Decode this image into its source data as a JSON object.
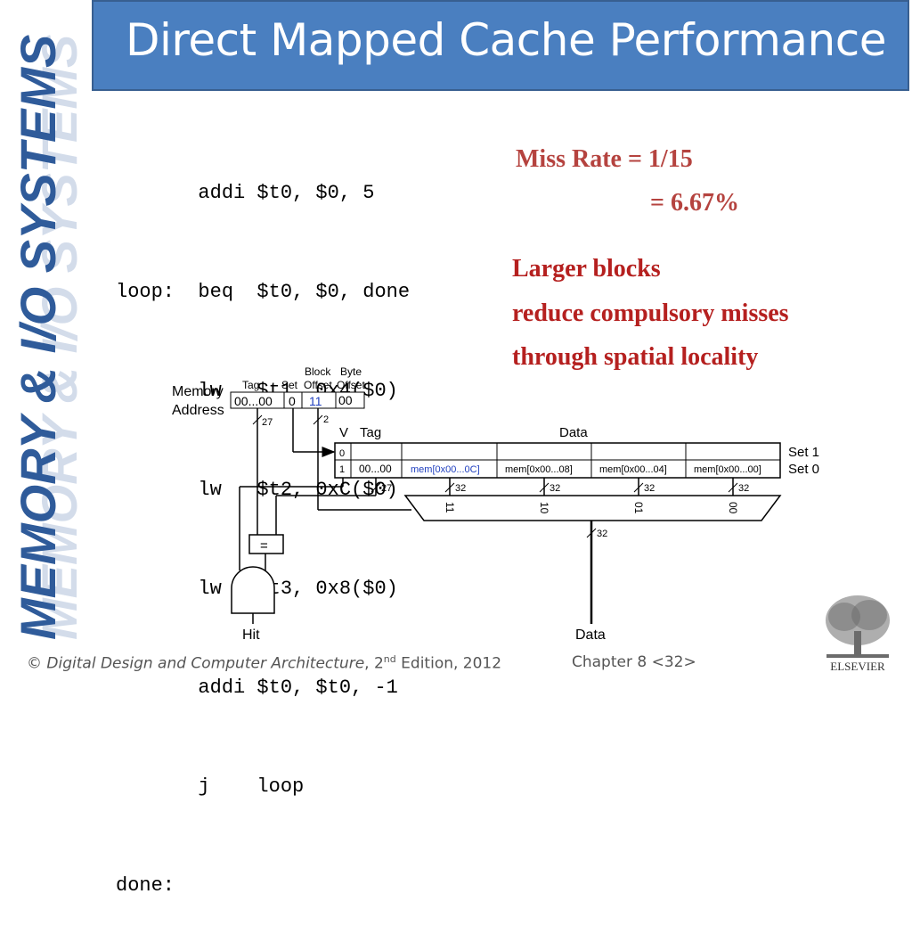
{
  "sidebar": {
    "text": "MEMORY & I/O SYSTEMS"
  },
  "title": "Direct Mapped Cache Performance",
  "code": [
    "       addi $t0, $0, 5",
    "loop:  beq  $t0, $0, done",
    "       lw   $t1, 0x4($0)",
    "       lw   $t2, 0xC($0)",
    "       lw   $t3, 0x8($0)",
    "       addi $t0, $t0, -1",
    "       j    loop",
    "done:"
  ],
  "miss_rate": {
    "line1": "Miss Rate = 1/15",
    "line2": "= 6.67%"
  },
  "larger_blocks": [
    "Larger blocks",
    "reduce compulsory misses",
    "through spatial locality"
  ],
  "diagram": {
    "memory_address_label_1": "Memory",
    "memory_address_label_2": "Address",
    "field_tag": "Tag",
    "field_set": "Set",
    "field_block_offset_1": "Block",
    "field_block_offset_2": "Offset",
    "field_byte_offset_1": "Byte",
    "field_byte_offset_2": "Offset",
    "addr_tag_value": "00...00",
    "addr_set_value": "0",
    "addr_block_value": "11",
    "addr_byte_value": "00",
    "bus_27": "27",
    "bus_2": "2",
    "col_v": "V",
    "col_tag": "Tag",
    "col_data": "Data",
    "set1_label": "Set 1",
    "set0_label": "Set 0",
    "row1_v": "0",
    "row0_v": "1",
    "row0_tag": "00...00",
    "row0_words": [
      "mem[0x00...0C]",
      "mem[0x00...08]",
      "mem[0x00...04]",
      "mem[0x00...00]"
    ],
    "width_27": "27",
    "width_32": "32",
    "mux_inputs": [
      "11",
      "10",
      "01",
      "00"
    ],
    "mux_out_32": "32",
    "comparator": "=",
    "hit_label": "Hit",
    "data_label": "Data"
  },
  "footer": {
    "copyright": "©",
    "book": "Digital Design and Computer Architecture",
    "edition_pre": ", 2",
    "edition_sup": "nd",
    "edition_post": " Edition, 2012",
    "chapter": "Chapter 8 <32>"
  },
  "logo": {
    "text": "ELSEVIER"
  },
  "colors": {
    "title_bg": "#4a7fc0",
    "red": "#b5201f",
    "blue_value": "#1f3fbf",
    "sidebar": "#2f5b9a"
  }
}
